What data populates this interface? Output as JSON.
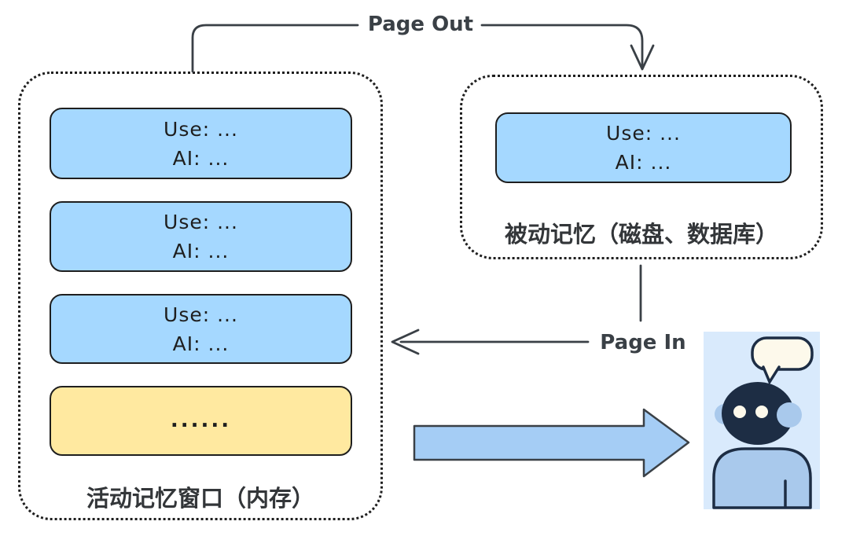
{
  "active_memory": {
    "label": "活动记忆窗口（内存）",
    "boxes": [
      {
        "line1": "Use: ...",
        "line2": "AI: ..."
      },
      {
        "line1": "Use: ...",
        "line2": "AI: ..."
      },
      {
        "line1": "Use: ...",
        "line2": "AI: ..."
      }
    ],
    "ellipsis": "......"
  },
  "passive_memory": {
    "label": "被动记忆（磁盘、数据库）",
    "boxes": [
      {
        "line1": "Use: ...",
        "line2": "AI: ..."
      }
    ]
  },
  "connectors": {
    "page_out": "Page Out",
    "page_in": "Page In"
  },
  "icons": {
    "person": "person-icon",
    "speech_bubble": "speech-bubble-icon",
    "big_arrow": "right-arrow-icon"
  },
  "colors": {
    "box-blue": "#a5d8ff",
    "box-yellow": "#ffe9a0",
    "stroke-dark": "#1e1e1e",
    "connector": "#3a4046",
    "arrow-fill": "#a5cdf5",
    "person-bg": "#d9eafc",
    "navy": "#1d2d44",
    "body-blue": "#a9c9ec",
    "bubble-cream": "#fdf9eb"
  }
}
